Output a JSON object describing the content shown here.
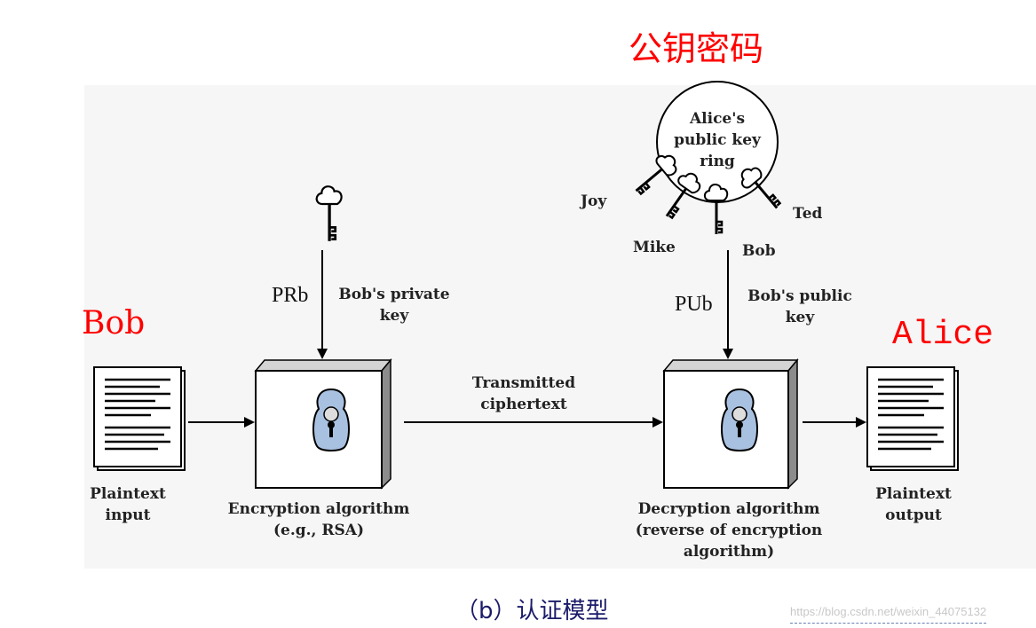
{
  "title": "公钥密码",
  "sender": "Bob",
  "receiver": "Alice",
  "input_label": [
    "Plaintext",
    "input"
  ],
  "output_label": [
    "Plaintext",
    "output"
  ],
  "encryption_label": [
    "Encryption algorithm",
    "(e.g., RSA)"
  ],
  "decryption_label": [
    "Decryption algorithm",
    "(reverse of encryption",
    "algorithm)"
  ],
  "channel_label": [
    "Transmitted",
    "ciphertext"
  ],
  "private_key": {
    "symbol": "PRb",
    "desc": [
      "Bob's private",
      "key"
    ]
  },
  "public_key": {
    "symbol": "PUb",
    "desc": [
      "Bob's public",
      "key"
    ]
  },
  "key_ring": {
    "title": [
      "Alice's",
      "public key",
      "ring"
    ],
    "owners": [
      "Joy",
      "Mike",
      "Bob",
      "Ted"
    ]
  },
  "caption": "（b）认证模型",
  "watermark": "https://blog.csdn.net/weixin_44075132",
  "colors": {
    "accent_red": "#ff0000",
    "lock_blue": "#a9c1e0",
    "box_face": "#ffffff",
    "box_side": "#8c8c8c",
    "caption": "#1b1b6a"
  },
  "icons": [
    "document-icon",
    "cloud-key-icon",
    "lock-icon",
    "key-ring-icon",
    "arrow-icon"
  ]
}
